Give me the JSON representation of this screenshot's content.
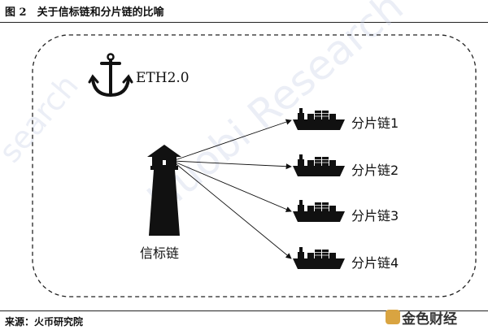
{
  "figure": {
    "title": "图 2　关于信标链和分片链的比喻",
    "source": "来源：火币研究院"
  },
  "diagram": {
    "group_label": "ETH2.0",
    "beacon_label": "信标链",
    "shards": [
      {
        "label": "分片链1"
      },
      {
        "label": "分片链2"
      },
      {
        "label": "分片链3"
      },
      {
        "label": "分片链4"
      }
    ]
  },
  "watermark": {
    "text": "Huobi Research",
    "text2": "search"
  },
  "brand": {
    "text": "金色财经"
  }
}
